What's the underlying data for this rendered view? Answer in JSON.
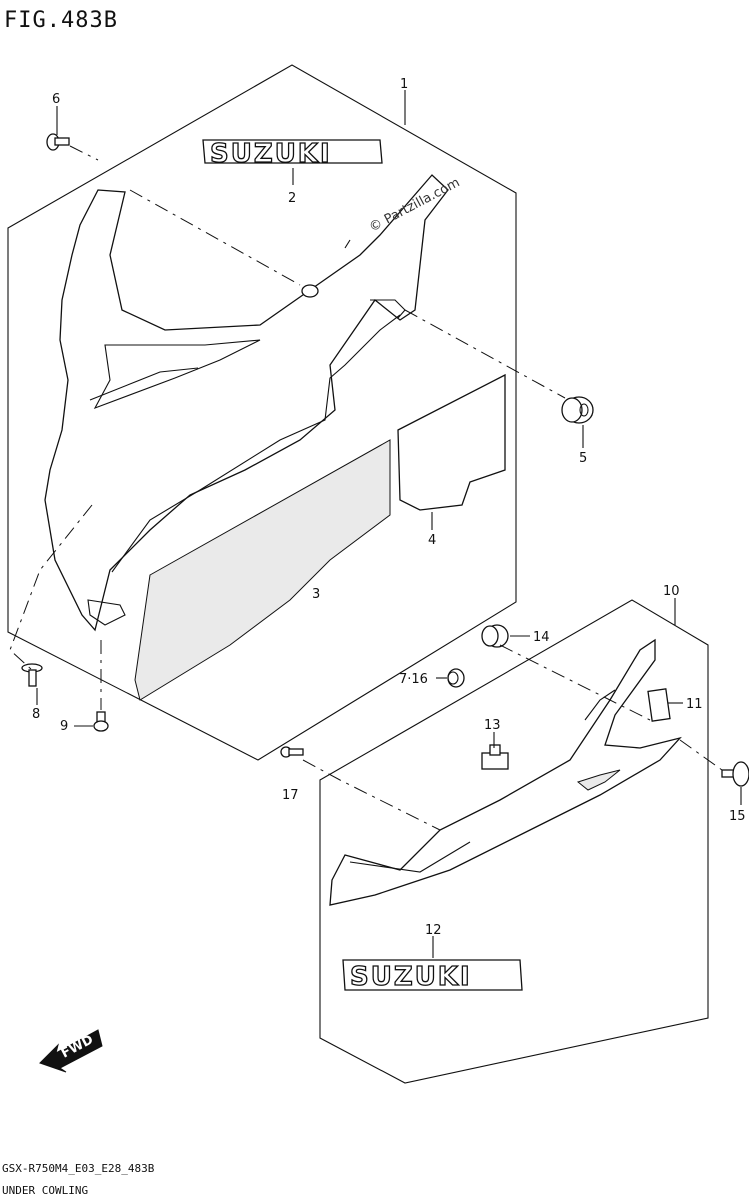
{
  "figure": {
    "title": "FIG.483B",
    "code": "GSX-R750M4_E03_E28_483B",
    "name": "UNDER COWLING"
  },
  "watermark": "© Partzilla.com",
  "logos": {
    "upper": "SUZUKI",
    "lower": "SUZUKI"
  },
  "fwd_label": "FWD",
  "callouts": {
    "c1": "1",
    "c2": "2",
    "c3": "3",
    "c4": "4",
    "c5": "5",
    "c6": "6",
    "c7_16": "7·16",
    "c8": "8",
    "c9": "9",
    "c10": "10",
    "c11": "11",
    "c12": "12",
    "c13": "13",
    "c14": "14",
    "c15": "15",
    "c17": "17"
  }
}
